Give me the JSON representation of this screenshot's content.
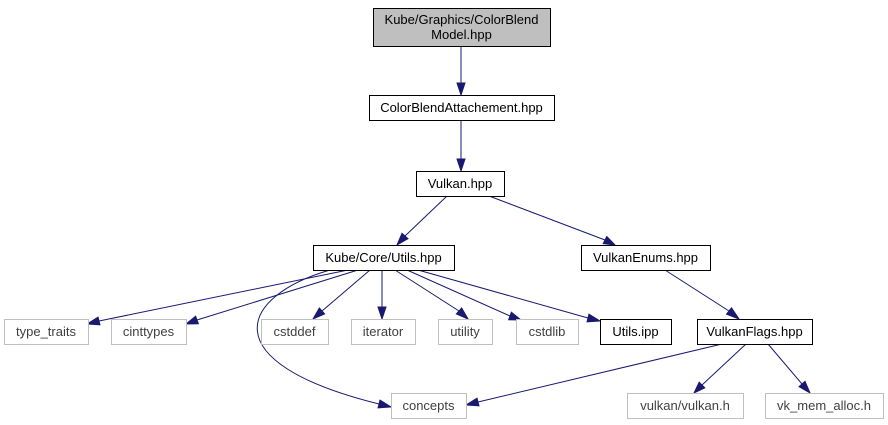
{
  "diagram": {
    "colors": {
      "edge": "#191970",
      "focus_fill": "#bfbfbf",
      "node_border": "#000000",
      "external_border": "#bfbfbf",
      "external_text": "#404040",
      "text": "#000000"
    },
    "nodes": [
      {
        "id": "colorblendmodel",
        "lines": [
          "Kube/Graphics/ColorBlend",
          "Model.hpp"
        ],
        "kind": "focus"
      },
      {
        "id": "colorblendattachement",
        "lines": [
          "ColorBlendAttachement.hpp"
        ],
        "kind": "local"
      },
      {
        "id": "vulkan",
        "lines": [
          "Vulkan.hpp"
        ],
        "kind": "local"
      },
      {
        "id": "utils",
        "lines": [
          "Kube/Core/Utils.hpp"
        ],
        "kind": "local"
      },
      {
        "id": "vulkanenums",
        "lines": [
          "VulkanEnums.hpp"
        ],
        "kind": "local"
      },
      {
        "id": "type_traits",
        "lines": [
          "type_traits"
        ],
        "kind": "external"
      },
      {
        "id": "cinttypes",
        "lines": [
          "cinttypes"
        ],
        "kind": "external"
      },
      {
        "id": "cstddef",
        "lines": [
          "cstddef"
        ],
        "kind": "external"
      },
      {
        "id": "iterator",
        "lines": [
          "iterator"
        ],
        "kind": "external"
      },
      {
        "id": "utility",
        "lines": [
          "utility"
        ],
        "kind": "external"
      },
      {
        "id": "cstdlib",
        "lines": [
          "cstdlib"
        ],
        "kind": "external"
      },
      {
        "id": "utils_ipp",
        "lines": [
          "Utils.ipp"
        ],
        "kind": "local"
      },
      {
        "id": "vulkanflags",
        "lines": [
          "VulkanFlags.hpp"
        ],
        "kind": "local"
      },
      {
        "id": "concepts",
        "lines": [
          "concepts"
        ],
        "kind": "external"
      },
      {
        "id": "vulkan_h",
        "lines": [
          "vulkan/vulkan.h"
        ],
        "kind": "external"
      },
      {
        "id": "vk_mem_alloc",
        "lines": [
          "vk_mem_alloc.h"
        ],
        "kind": "external"
      }
    ],
    "edges": [
      {
        "from": "colorblendmodel",
        "to": "colorblendattachement"
      },
      {
        "from": "colorblendattachement",
        "to": "vulkan"
      },
      {
        "from": "vulkan",
        "to": "utils"
      },
      {
        "from": "vulkan",
        "to": "vulkanenums"
      },
      {
        "from": "utils",
        "to": "type_traits"
      },
      {
        "from": "utils",
        "to": "cinttypes"
      },
      {
        "from": "utils",
        "to": "cstddef"
      },
      {
        "from": "utils",
        "to": "iterator"
      },
      {
        "from": "utils",
        "to": "utility"
      },
      {
        "from": "utils",
        "to": "cstdlib"
      },
      {
        "from": "utils",
        "to": "utils_ipp"
      },
      {
        "from": "utils",
        "to": "concepts"
      },
      {
        "from": "vulkanenums",
        "to": "vulkanflags"
      },
      {
        "from": "vulkanflags",
        "to": "concepts"
      },
      {
        "from": "vulkanflags",
        "to": "vulkan_h"
      },
      {
        "from": "vulkanflags",
        "to": "vk_mem_alloc"
      }
    ]
  }
}
